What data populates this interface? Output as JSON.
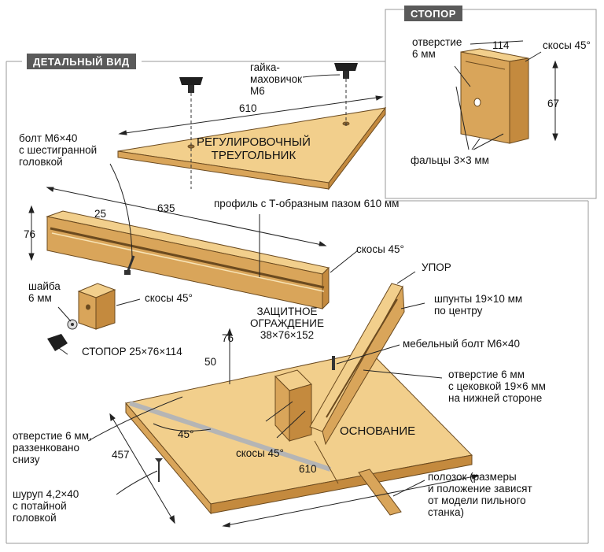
{
  "colors": {
    "wood_top": "#f2cf8c",
    "wood_side": "#d9a55a",
    "wood_dark": "#c48a3e",
    "outline": "#6b4a1f",
    "tag_bg": "#5a5a5a",
    "frame_line": "#9a9a9a"
  },
  "tags": {
    "detail": "ДЕТАЛЬНЫЙ ВИД",
    "stopper": "СТОПОР"
  },
  "labels": {
    "knob": "гайка-\nмаховичок\nМ6",
    "dim_610_top": "610",
    "triangle": "РЕГУЛИРОВОЧНЫЙ\nТРЕУГОЛЬНИК",
    "bolt": "болт М6×40\nс шестигранной\nголовкой",
    "dim_635": "635",
    "dim_25": "25",
    "dim_76_left": "76",
    "profile": "профиль с Т-образным пазом 610 мм",
    "bevel_rail": "скосы 45°",
    "washer": "шайба\n6 мм",
    "bevel_stop": "скосы 45°",
    "stop_size": "СТОПОР 25×76×114",
    "guard": "ЗАЩИТНОЕ\nОГРАЖДЕНИЕ\n38×76×152",
    "fence": "УПОР",
    "splines": "шпунты 19×10 мм\nпо центру",
    "furniture_bolt": "мебельный болт М6×40",
    "hole_cbore": "отверстие 6 мм\nс цековкой 19×6 мм\nна нижней стороне",
    "dim_76_mid": "76",
    "dim_50": "50",
    "hole_csink": "отверстие 6 мм,\nраззенковано\nснизу",
    "angle_45": "45°",
    "bevels_base": "скосы 45°",
    "base": "ОСНОВАНИЕ",
    "dim_457": "457",
    "dim_610_base": "610",
    "screw": "шуруп 4,2×40\nс потайной\nголовкой",
    "runner": "полозок (размеры\nи положение зависят\nот модели пильного\nстанка)"
  },
  "inset": {
    "hole": "отверстие\n6 мм",
    "dim_114": "114",
    "bevels": "скосы 45°",
    "dim_67": "67",
    "rabbets": "фальцы 3×3 мм"
  }
}
